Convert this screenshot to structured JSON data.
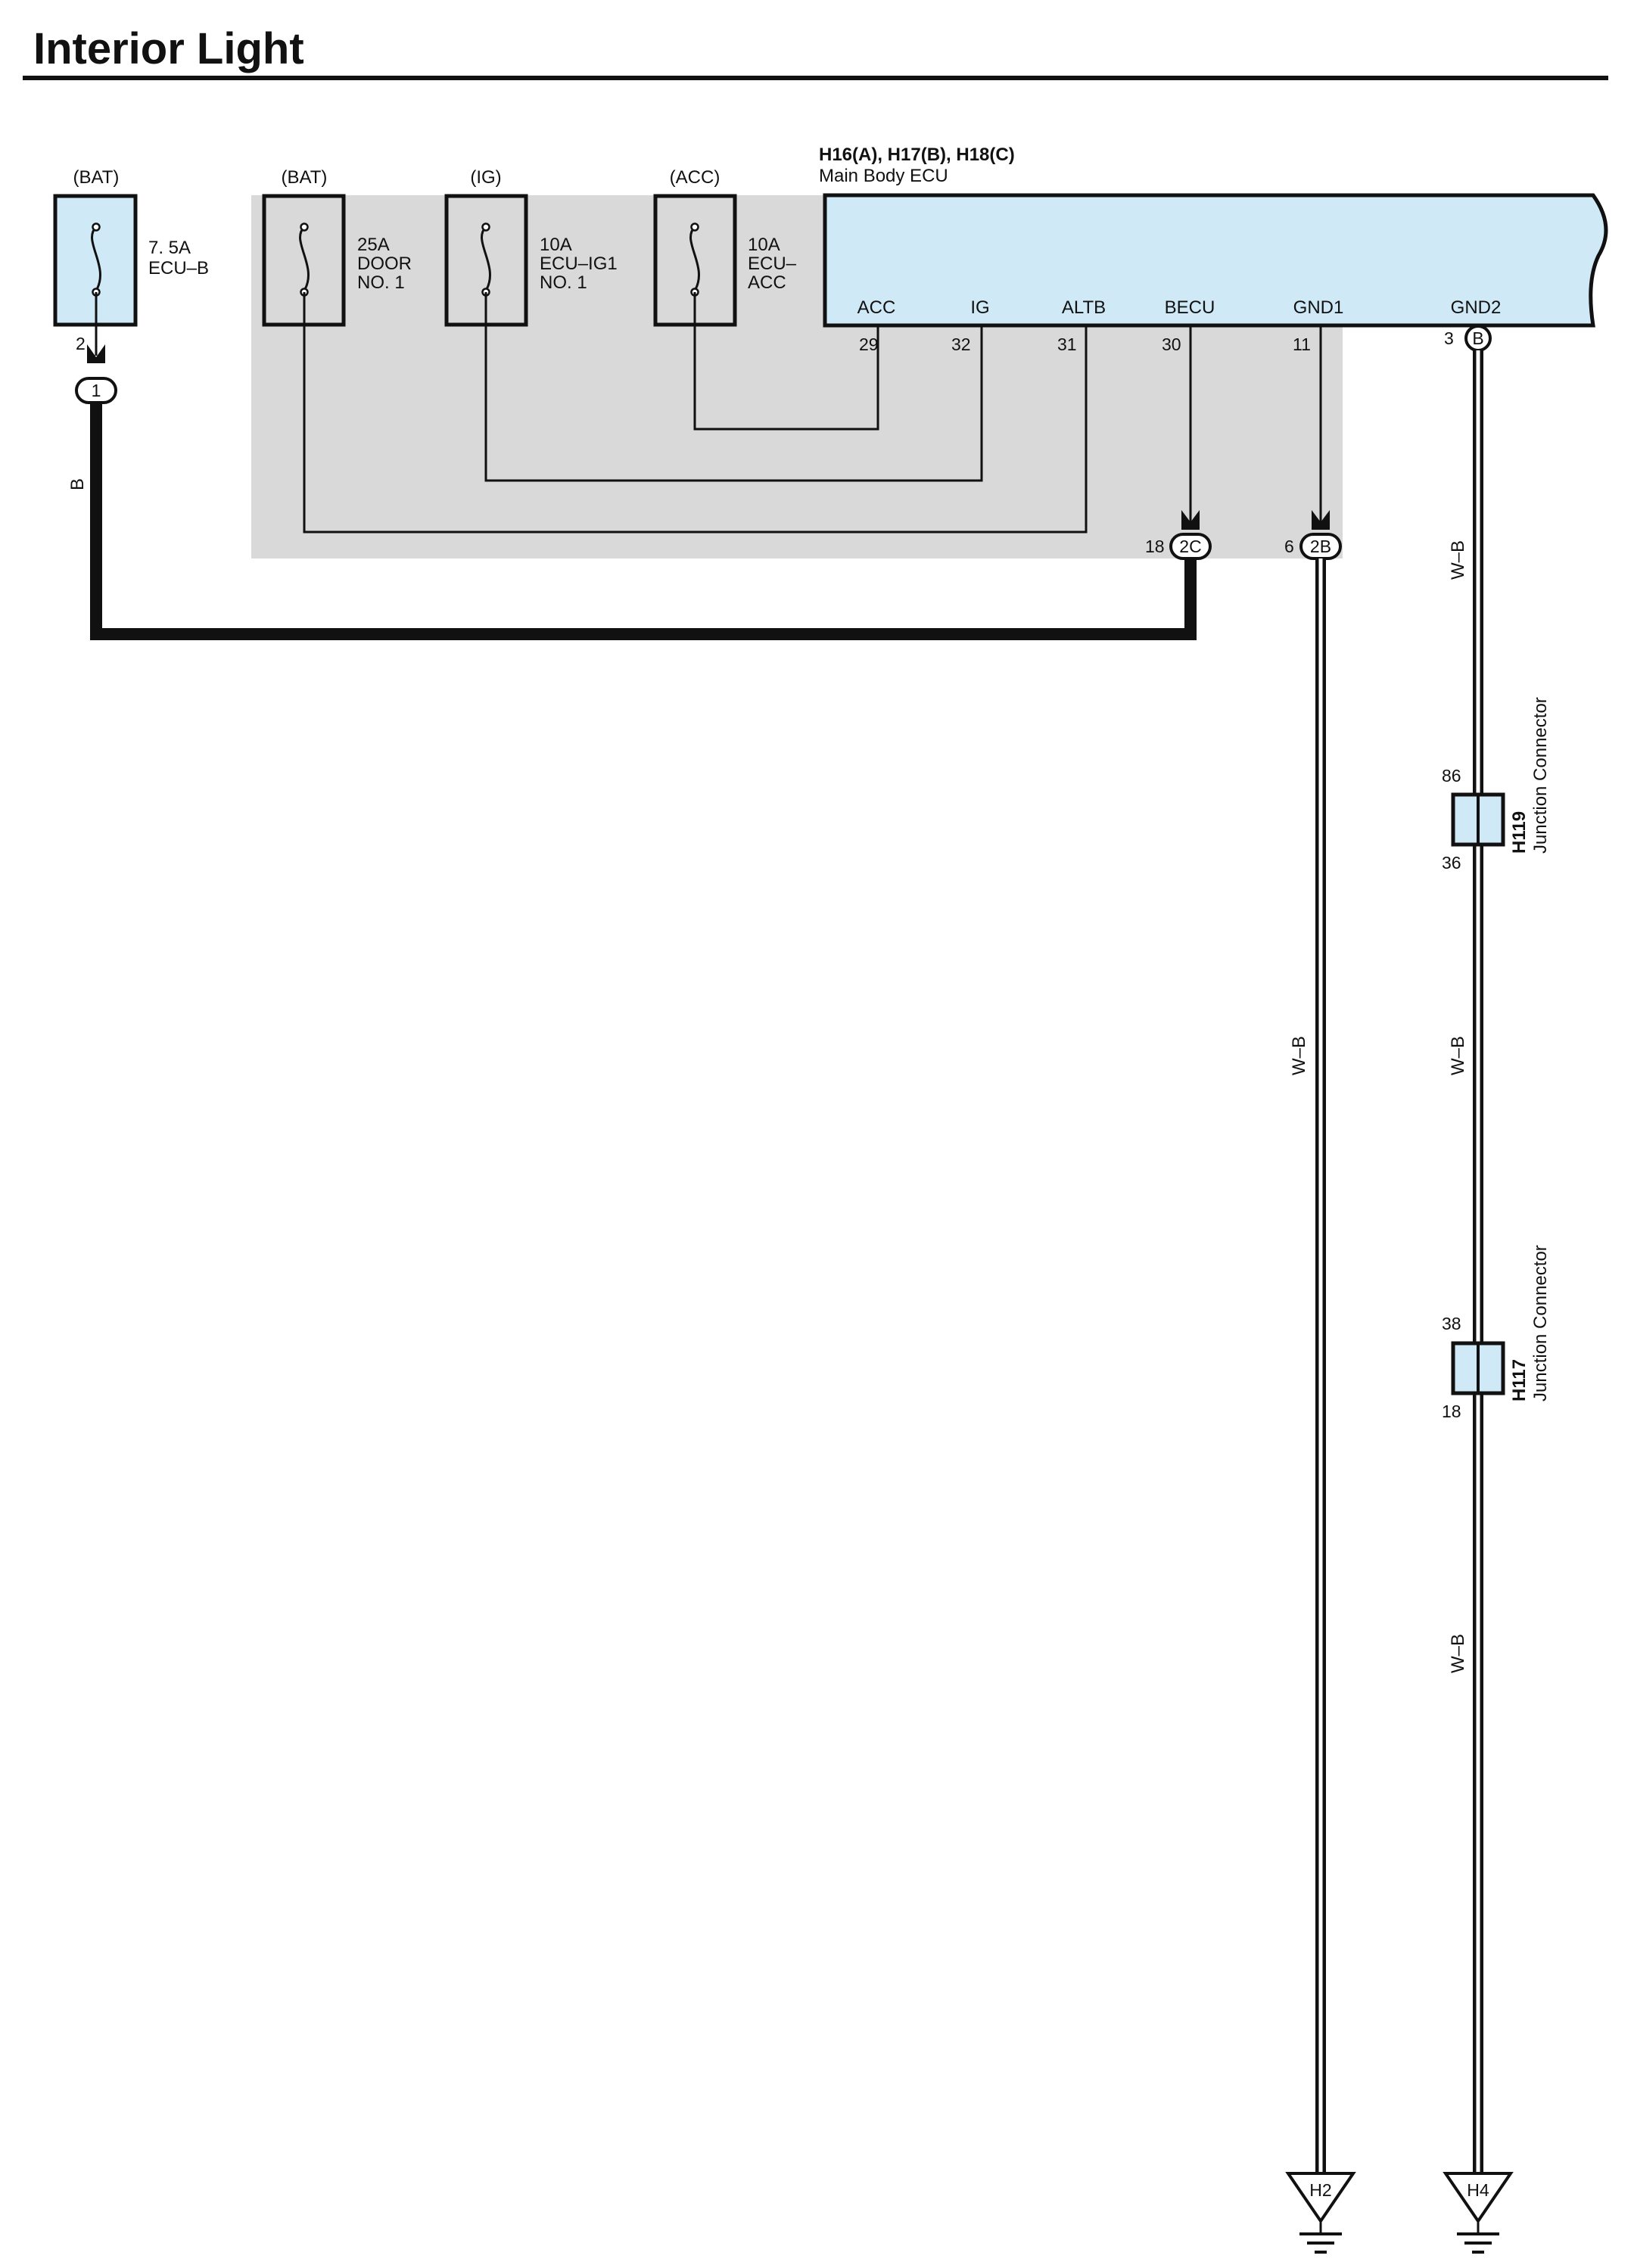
{
  "title": "Interior Light",
  "colors": {
    "component_fill": "#cfe9f7",
    "ecu_region": "#d9d9d9",
    "wire": "#111111",
    "background": "#ffffff"
  },
  "fuses": [
    {
      "source": "(BAT)",
      "lines": [
        "7. 5A",
        "ECU–B"
      ],
      "pin": "2"
    },
    {
      "source": "(BAT)",
      "lines": [
        "25A",
        "DOOR",
        "NO. 1"
      ]
    },
    {
      "source": "(IG)",
      "lines": [
        "10A",
        "ECU–IG1",
        "NO. 1"
      ]
    },
    {
      "source": "(ACC)",
      "lines": [
        "10A",
        "ECU–",
        "ACC"
      ]
    }
  ],
  "ecu": {
    "connectors": "H16(A), H17(B), H18(C)",
    "name": "Main Body ECU",
    "terminals": [
      {
        "name": "ACC",
        "pin": "29"
      },
      {
        "name": "IG",
        "pin": "32"
      },
      {
        "name": "ALTB",
        "pin": "31"
      },
      {
        "name": "BECU",
        "pin": "30"
      },
      {
        "name": "GND1",
        "pin": "11"
      },
      {
        "name": "GND2",
        "pin": "3",
        "connector": "B"
      }
    ]
  },
  "connectors": {
    "c1": {
      "label": "1"
    },
    "c2c": {
      "label": "2C",
      "pin": "18"
    },
    "c2b": {
      "label": "2B",
      "pin": "6"
    }
  },
  "wire_colors": {
    "b": "B",
    "wb1": "W–B",
    "wb2": "W–B",
    "wb3": "W–B",
    "wb4": "W–B"
  },
  "junctions": [
    {
      "code": "H119",
      "name": "Junction Connector",
      "pin_top": "86",
      "pin_bottom": "36"
    },
    {
      "code": "H117",
      "name": "Junction Connector",
      "pin_top": "38",
      "pin_bottom": "18"
    }
  ],
  "grounds": [
    {
      "label": "H2"
    },
    {
      "label": "H4"
    }
  ]
}
